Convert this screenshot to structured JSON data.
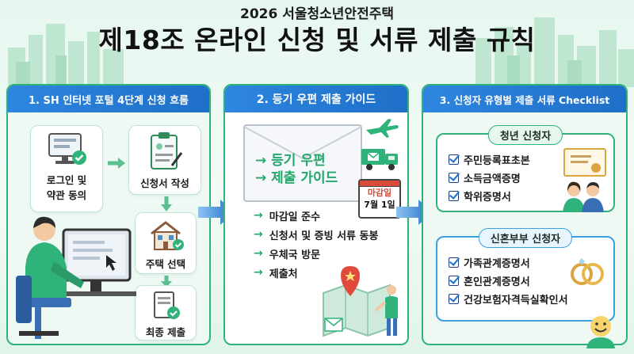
{
  "header": {
    "subtitle": "2026 서울청소년안전주택",
    "title": "제18조 온라인 신청 및 서류 제출 규칙"
  },
  "panel1": {
    "title": "1. SH 인터넷 포털 4단계 신청 흐름",
    "steps": [
      {
        "label_line1": "로그인 및",
        "label_line2": "약관 동의",
        "icon": "monitor-check-icon"
      },
      {
        "label": "신청서 작성",
        "icon": "clipboard-form-icon"
      },
      {
        "label": "주택 선택",
        "icon": "house-check-icon"
      },
      {
        "label": "최종 제출",
        "icon": "paper-check-icon"
      }
    ]
  },
  "panel2": {
    "title": "2. 등기 우편 제출 가이드",
    "envelope_title_line1": "등기 우편",
    "envelope_title_line2": "제출 가이드",
    "calendar_line1": "마감일",
    "calendar_line2": "7월 1일",
    "items": [
      "마감일 준수",
      "신청서 및 증빙 서류 동봉",
      "우체국 방문",
      "제출처"
    ]
  },
  "panel3": {
    "title": "3. 신청자 유형별 제출 서류 Checklist",
    "groups": [
      {
        "label": "청년 신청자",
        "items": [
          "주민등록표초본",
          "소득금액증명",
          "학위증명서"
        ]
      },
      {
        "label": "신혼부부 신청자",
        "items": [
          "가족관계증명서",
          "혼인관계증명서",
          "건강보험자격득실확인서"
        ]
      }
    ]
  },
  "colors": {
    "accent_green": "#2fb37a",
    "header_blue": "#1e6fc8",
    "arrow_blue": "#2e86de"
  }
}
